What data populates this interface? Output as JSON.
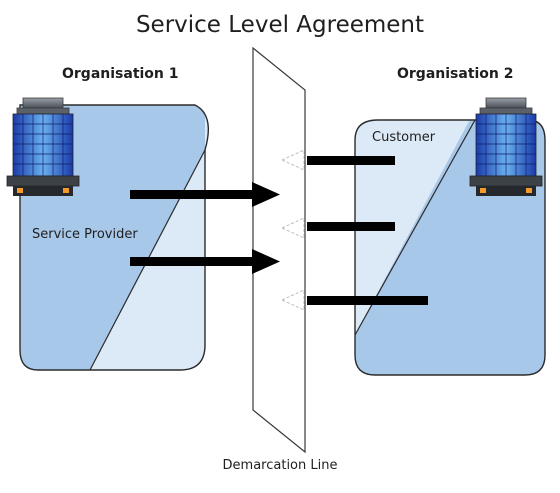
{
  "title": "Service Level Agreement",
  "organisations": [
    {
      "name": "Organisation 1",
      "role": "Service Provider",
      "icon": "office-building-icon"
    },
    {
      "name": "Organisation 2",
      "role": "Customer",
      "icon": "office-building-icon"
    }
  ],
  "demarcation_label": "Demarcation Line",
  "colors": {
    "shape_fill_dark": "#a8c8ea",
    "shape_fill_light": "#dce9f6",
    "outline": "#2b2b2b",
    "arrow": "#000000"
  }
}
